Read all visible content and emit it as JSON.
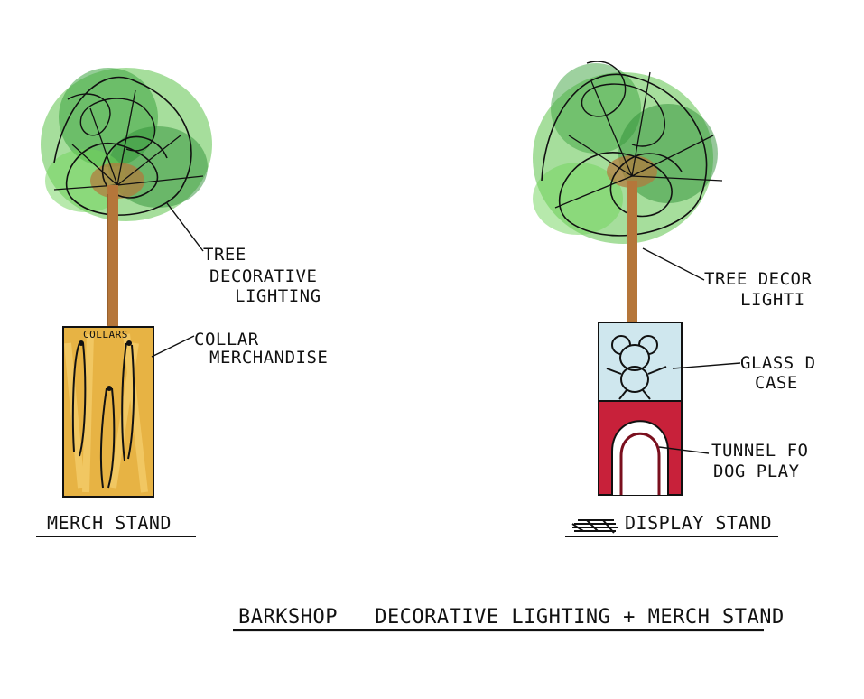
{
  "left_stand": {
    "tree_label_line1": "TREE",
    "tree_label_line2": "DECORATIVE",
    "tree_label_line3": "LIGHTING",
    "box_sign": "COLLARS",
    "merch_label_line1": "COLLAR",
    "merch_label_line2": "MERCHANDISE",
    "caption": "MERCH STAND"
  },
  "right_stand": {
    "tree_label_line1": "TREE DECOR",
    "tree_label_line2": "LIGHTI",
    "case_label_line1": "GLASS D",
    "case_label_line2": "CASE",
    "tunnel_label_line1": "TUNNEL FO",
    "tunnel_label_line2": "DOG PLAY",
    "caption": "DISPLAY STAND"
  },
  "footer_title": "BARKSHOP   DECORATIVE LIGHTING + MERCH STAND",
  "colors": {
    "foliage_light": "#5cc24a",
    "foliage_dark": "#2e8f35",
    "trunk": "#b5763a",
    "merch_box": "#e3a623",
    "glass_case": "#cfe7ee",
    "tunnel": "#c8213a",
    "ink": "#111111"
  }
}
